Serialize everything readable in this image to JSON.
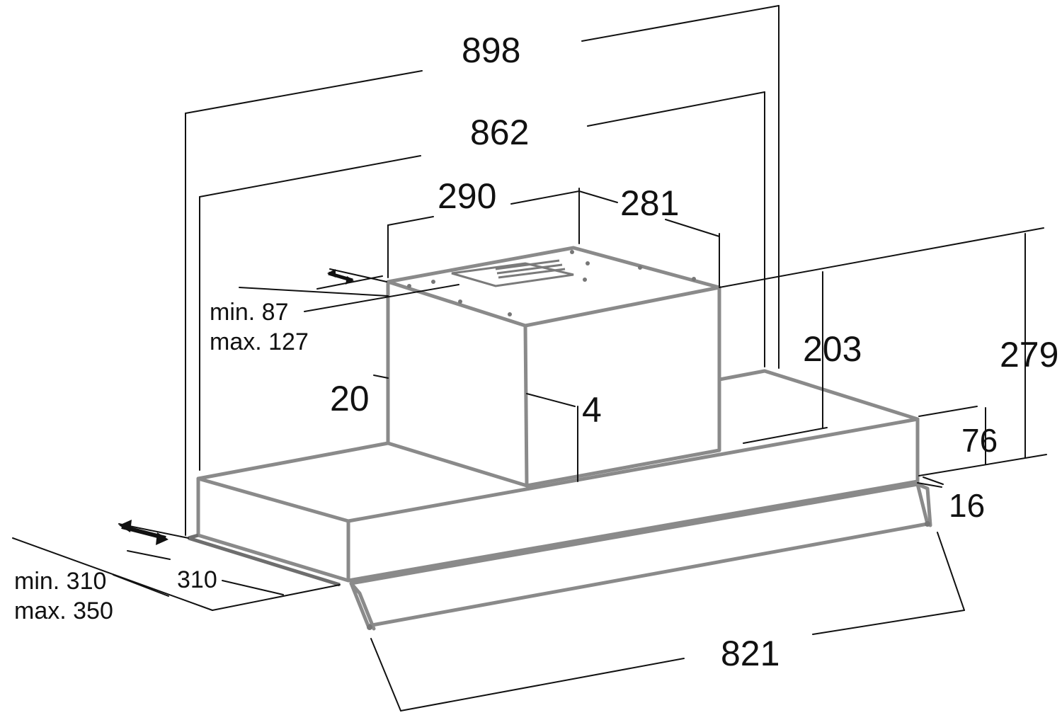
{
  "dimensions": {
    "overall_width": "898",
    "inner_width": "862",
    "motor_width": "290",
    "motor_depth": "281",
    "motor_height": "203",
    "total_height": "279",
    "panel_height": "76",
    "front_lip": "16",
    "visor_width": "821",
    "offset_20": "20",
    "offset_4": "4",
    "depth_310": "310",
    "rear_offset_min": "min. 87",
    "rear_offset_max": "max. 127",
    "depth_min": "min. 310",
    "depth_max": "max. 350"
  },
  "colors": {
    "dimension_lines": "#111111",
    "hood_outline": "#8a8a8a",
    "background": "#ffffff"
  }
}
